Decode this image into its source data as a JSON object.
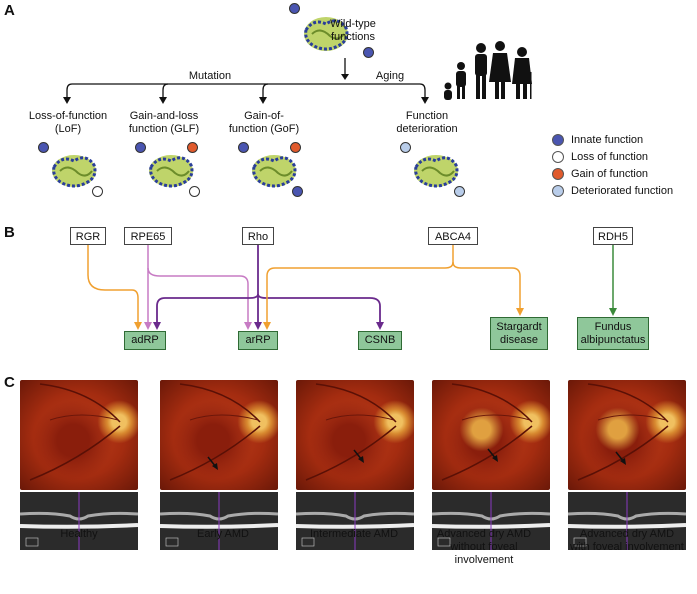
{
  "panels": {
    "a": "A",
    "b": "B",
    "c": "C"
  },
  "panel_a": {
    "wild_type": "Wild-type functions",
    "mutation": "Mutation",
    "aging": "Aging",
    "outcomes": [
      {
        "label": "Loss-of-function (LoF)",
        "top": "#4a55b0",
        "bottom": "#ffffff"
      },
      {
        "label": "Gain-and-loss function (GLF)",
        "top": "#4a55b0",
        "bottom": "#ffffff",
        "extra": "#e05a2c"
      },
      {
        "label": "Gain-of-function (GoF)",
        "top": "#4a55b0",
        "bottom": "#4a55b0",
        "extra": "#e05a2c"
      },
      {
        "label": "Function deterioration",
        "top": "#b9cdea",
        "bottom": "#b9cdea"
      }
    ],
    "legend": [
      {
        "label": "Innate function",
        "color": "#4a55b0"
      },
      {
        "label": "Loss of function",
        "color": "#ffffff"
      },
      {
        "label": "Gain of function",
        "color": "#e05a2c"
      },
      {
        "label": "Deteriorated function",
        "color": "#b9cdea"
      }
    ]
  },
  "panel_b": {
    "genes": [
      "RGR",
      "RPE65",
      "Rho",
      "ABCA4",
      "RDH5"
    ],
    "diseases": [
      "adRP",
      "arRP",
      "CSNB",
      "Stargardt disease",
      "Fundus albipunctatus"
    ],
    "colors": {
      "orange": "#f0a030",
      "pink": "#c77bc4",
      "purple": "#6a2a8c",
      "green": "#3a8a3a"
    }
  },
  "panel_c": {
    "stages": [
      "Healthy",
      "Early AMD",
      "Intermediate AMD",
      "Advanced dry AMD without foveal involvement",
      "Advanced dry AMD with foveal involvement"
    ]
  }
}
